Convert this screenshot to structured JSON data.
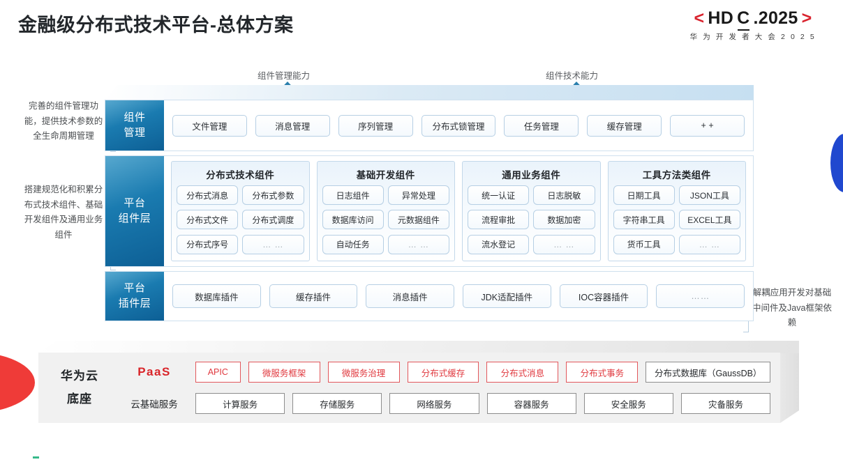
{
  "header": {
    "title": "金融级分布式技术平台-总体方案",
    "logo": {
      "left_bracket": "<",
      "right_bracket": ">",
      "text_before": "HD",
      "text_c": "C",
      "text_after": ".2025",
      "subtitle": "华 为 开 发 者 大 会 2 0 2 5"
    }
  },
  "arrows": [
    {
      "label": "组件管理能力"
    },
    {
      "label": "组件技术能力"
    }
  ],
  "annotations": {
    "left": [
      "完善的组件管理功能，提供技术参数的全生命周期管理",
      "搭建规范化和积累分布式技术组件、基础开发组件及通用业务组件"
    ],
    "right": [
      "解耦应用开发对基础中间件及Java框架依赖"
    ]
  },
  "layers": {
    "management": {
      "label_line1": "组件",
      "label_line2": "管理",
      "items": [
        "文件管理",
        "消息管理",
        "序列管理",
        "分布式锁管理",
        "任务管理",
        "缓存管理",
        "+ +"
      ]
    },
    "component": {
      "label_line1": "平台",
      "label_line2": "组件层",
      "groups": [
        {
          "title": "分布式技术组件",
          "items": [
            "分布式消息",
            "分布式参数",
            "分布式文件",
            "分布式调度",
            "分布式序号",
            "… …"
          ]
        },
        {
          "title": "基础开发组件",
          "items": [
            "日志组件",
            "异常处理",
            "数据库访问",
            "元数据组件",
            "自动任务",
            "… …"
          ]
        },
        {
          "title": "通用业务组件",
          "items": [
            "统一认证",
            "日志脱敏",
            "流程审批",
            "数据加密",
            "流水登记",
            "… …"
          ]
        },
        {
          "title": "工具方法类组件",
          "items": [
            "日期工具",
            "JSON工具",
            "字符串工具",
            "EXCEL工具",
            "货币工具",
            "… …"
          ]
        }
      ]
    },
    "plugin": {
      "label_line1": "平台",
      "label_line2": "插件层",
      "items": [
        "数据库插件",
        "缓存插件",
        "消息插件",
        "JDK适配插件",
        "IOC容器插件",
        "……"
      ]
    }
  },
  "cloud": {
    "title_line1": "华为云",
    "title_line2": "底座",
    "paas": {
      "tag": "PaaS",
      "items": [
        {
          "label": "APIC",
          "style": "red"
        },
        {
          "label": "微服务框架",
          "style": "red"
        },
        {
          "label": "微服务治理",
          "style": "red"
        },
        {
          "label": "分布式缓存",
          "style": "red"
        },
        {
          "label": "分布式消息",
          "style": "red"
        },
        {
          "label": "分布式事务",
          "style": "red"
        },
        {
          "label": "分布式数据库（GaussDB）",
          "style": "gray"
        }
      ]
    },
    "basic": {
      "tag": "云基础服务",
      "items": [
        {
          "label": "计算服务",
          "style": "gray"
        },
        {
          "label": "存储服务",
          "style": "gray"
        },
        {
          "label": "网络服务",
          "style": "gray"
        },
        {
          "label": "容器服务",
          "style": "gray"
        },
        {
          "label": "安全服务",
          "style": "gray"
        },
        {
          "label": "灾备服务",
          "style": "gray"
        }
      ]
    }
  },
  "colors": {
    "accent_red": "#d9252a",
    "accent_blue": "#1a7bb0",
    "deco_blue": "#2048cf",
    "deco_red": "#ef3b38"
  }
}
